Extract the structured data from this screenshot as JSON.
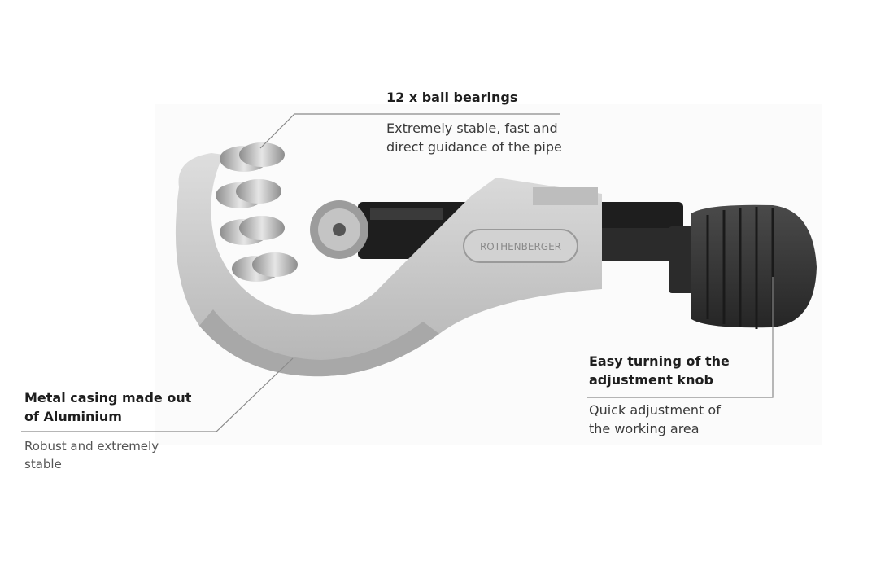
{
  "product": {
    "brand_logo_text": "ROTHENBERGER",
    "colors": {
      "body": "#c9c9c9",
      "body_shadow": "#a9a9a9",
      "knob": "#3a3a3a",
      "slide": "#1c1c1c",
      "bearings": "#b8b8b8",
      "callout_line": "#8a8a8a"
    }
  },
  "callouts": {
    "bearings": {
      "title": "12 x ball bearings",
      "line1": "Extremely stable, fast and",
      "line2": "direct guidance of the pipe"
    },
    "knob": {
      "title_line1": "Easy turning of the",
      "title_line2": "adjustment knob",
      "line1": "Quick adjustment of",
      "line2": "the working area"
    },
    "casing": {
      "title_line1": "Metal casing made out",
      "title_line2": "of Aluminium",
      "line1": "Robust and extremely",
      "line2": "stable"
    }
  }
}
